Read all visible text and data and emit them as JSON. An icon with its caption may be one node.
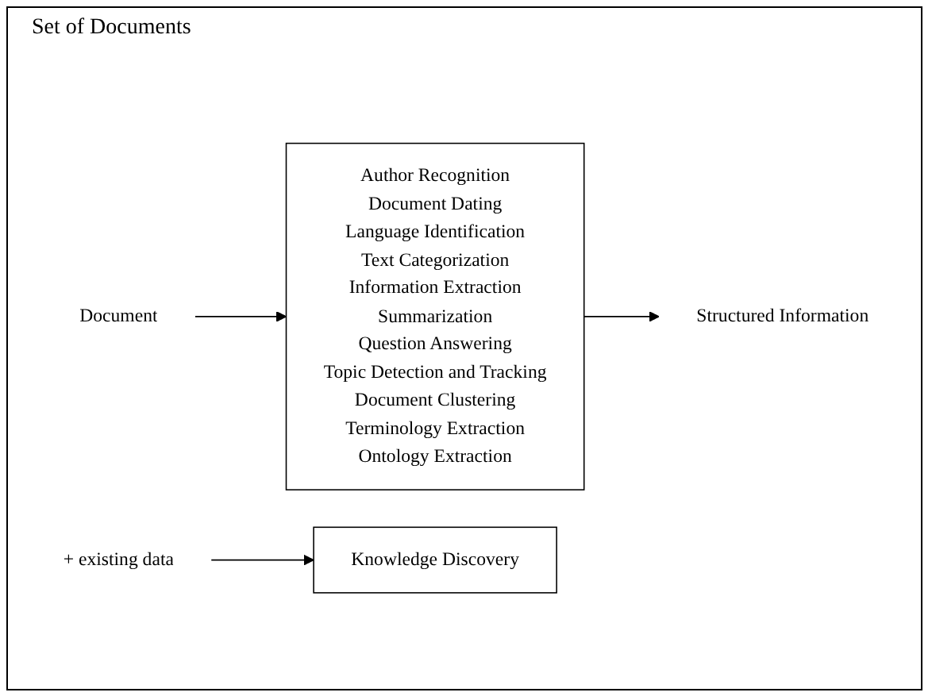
{
  "diagram": {
    "nodes": [
      {
        "text": [
          "Document"
        ]
      },
      {
        "text": [
          "Author Recognition",
          "Document Dating",
          "Language Identification",
          "Text Categorization",
          "Information Extraction",
          "Summarization",
          "Question Answering",
          "Topic Detection and Tracking",
          "Document Clustering",
          "Terminology Extraction",
          "Ontology Extraction"
        ]
      },
      {
        "text": [
          "Structured Information"
        ]
      },
      {
        "text": [
          "+ existing data"
        ]
      },
      {
        "text": [
          "Knowledge Discovery"
        ]
      }
    ],
    "edges": [
      {
        "from": 0,
        "to": 1,
        "arrow": "to"
      },
      {
        "from": 1,
        "to": 2,
        "arrow": "to"
      },
      {
        "from": 3,
        "to": 4,
        "arrow": "to"
      }
    ],
    "labels": [
      "Set of Documents"
    ]
  }
}
